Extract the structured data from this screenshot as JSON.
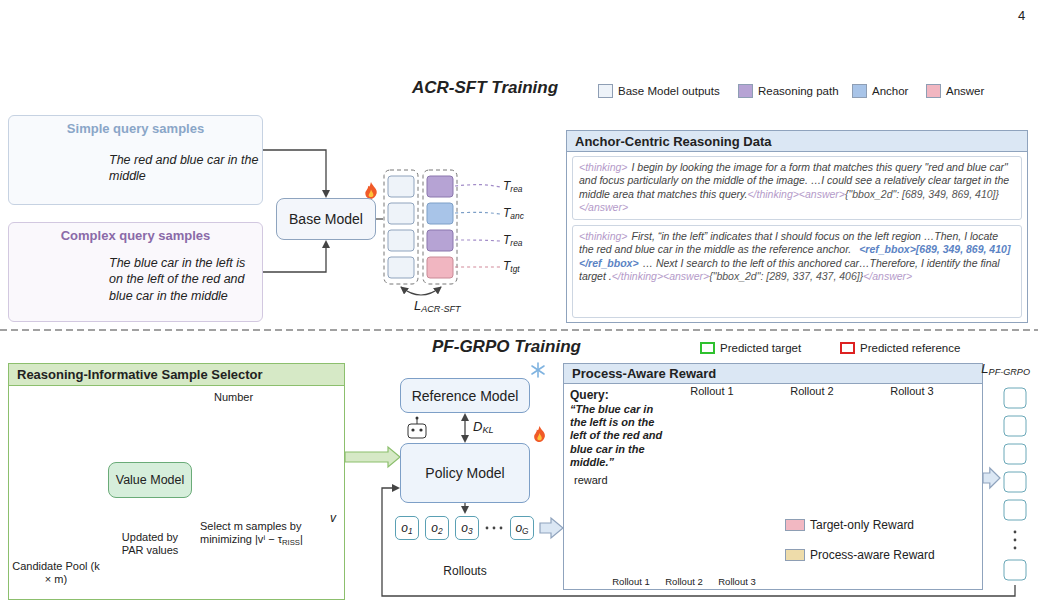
{
  "diagram": {
    "nodes": [
      {
        "text": [
          "Simple query samples",
          "The red and blue car in the middle"
        ]
      },
      {
        "text": [
          "Complex query samples",
          "The blue car in the left is on the left of the red and blue car in the middle"
        ]
      },
      {
        "text": [
          "Base Model"
        ]
      },
      {
        "text": [
          "Anchor-Centric Reasoning Data"
        ]
      },
      {
        "text": [
          "<thinking>",
          "I begin by looking the image for a form that matches this query \"red and blue car\" and focus particularly on the middle of the image. …I could see a relatively clear target in the middle area that matches this query.",
          "</thinking>",
          "<answer>",
          "{\"bbox_2d\": [689, 349, 869, 410]}",
          "</answer>"
        ],
        "in": 3
      },
      {
        "text": [
          "<thinking>",
          "First, “in the left” indicates that I should focus on the left region …Then, I locate the red and blue car in the middle as the reference anchor.",
          "<ref_bbox>[689, 349, 869, 410]</ref_bbox>",
          "… Next I search to the left of this anchored car…Therefore, I identify the final target .",
          "</thinking>",
          "<answer>",
          "{\"bbox_2d\": [289, 337, 437, 406]}",
          "</answer>"
        ],
        "in": 3
      },
      {
        "text": [
          "Reasoning-Informative Sample Selector"
        ]
      },
      {
        "text": [
          "Value Model"
        ],
        "in": 6
      },
      {
        "text": [
          "Reference Model"
        ]
      },
      {
        "text": [
          "Policy Model"
        ]
      },
      {
        "text": [
          "Rollouts"
        ]
      },
      {
        "text": [
          "o1"
        ],
        "in": 10
      },
      {
        "text": [
          "o2"
        ],
        "in": 10
      },
      {
        "text": [
          "o3"
        ],
        "in": 10
      },
      {
        "text": [
          "oG"
        ],
        "in": 10
      },
      {
        "text": [
          "Process-Aware Reward"
        ]
      },
      {
        "text": [
          "LPF-GRPO"
        ]
      }
    ],
    "edges": [
      {
        "from": 0,
        "to": 2,
        "arrow": "to"
      },
      {
        "from": 1,
        "to": 2,
        "arrow": "to"
      },
      {
        "from": 6,
        "to": 9,
        "arrow": "to"
      },
      {
        "from": 8,
        "to": 9,
        "label": "DKL",
        "arrow": "both"
      },
      {
        "from": 9,
        "to": 10,
        "arrow": "to"
      },
      {
        "from": 10,
        "to": 15,
        "arrow": "to"
      },
      {
        "from": 15,
        "to": 16,
        "arrow": "to"
      },
      {
        "from": 16,
        "to": 9,
        "arrow": "to"
      }
    ],
    "labels": [
      "4",
      "ACR-SFT Training",
      "PF-GRPO Training",
      "Trea",
      "Tanc",
      "Trea",
      "Ttgt",
      "LACR-SFT",
      "Candidate Pool (k × m)",
      "Updated by PAR values",
      "Number",
      "v",
      "Select m samples by minimizing |vi − τRISS|",
      "Query:",
      "“The blue car in the left is on the left of the red and blue car in the middle.”",
      "Rollout 1",
      "Rollout 2",
      "Rollout 3",
      "reward",
      "Rollout 1",
      "Rollout 2",
      "Rollout 3"
    ],
    "legend": [
      {
        "text": "Base Model outputs",
        "color": "#eef3f9"
      },
      {
        "text": "Reasoning path",
        "color": "#b6a3d4"
      },
      {
        "text": "Anchor",
        "color": "#a8c4e8"
      },
      {
        "text": "Answer",
        "color": "#f1b6c1"
      },
      {
        "text": "Predicted target"
      },
      {
        "text": "Predicted reference"
      },
      {
        "text": "Target-only Reward",
        "color": "#f2b8c2"
      },
      {
        "text": "Process-aware Reward",
        "color": "#eedcaa"
      }
    ]
  }
}
